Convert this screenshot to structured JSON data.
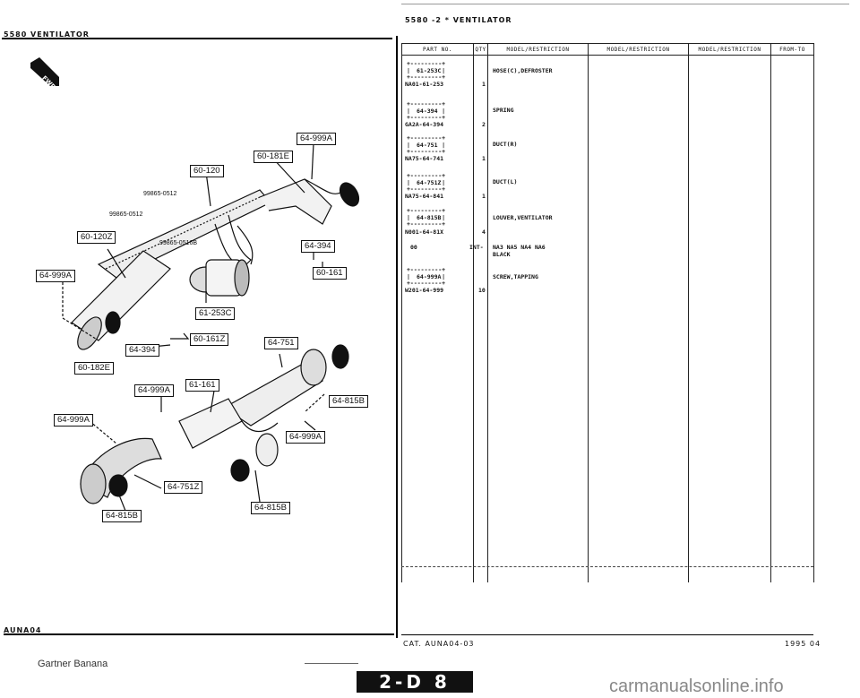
{
  "left_page": {
    "header": "5580   VENTILATOR",
    "footer_code": "AUNA04"
  },
  "right_page": {
    "header": "5580  -2 *  VENTILATOR",
    "footer_catalog": "CAT.  AUNA04-03",
    "footer_date": "1995 04"
  },
  "diagram": {
    "callouts": [
      "64-999A",
      "60-181E",
      "60-120",
      "64-394",
      "60-161",
      "60-120Z",
      "64-999A",
      "61-253C",
      "60-161Z",
      "64-394",
      "64-751",
      "60-182E",
      "64-999A",
      "61-161",
      "64-815B",
      "64-999A",
      "64-999A",
      "64-751Z",
      "64-815B",
      "64-815B"
    ],
    "part_numbers": [
      "99865-0512",
      "99865-0512",
      "99865-0516B"
    ],
    "fwd_label": "FWD"
  },
  "table": {
    "columns": [
      "PART NO.",
      "QTY",
      "MODEL/RESTRICTION",
      "MODEL/RESTRICTION",
      "MODEL/RESTRICTION",
      "FROM-TO"
    ],
    "rows": [
      {
        "ref": "61-253C",
        "part": "NA01-61-253",
        "qty": "1",
        "desc": "HOSE(C),DEFROSTER"
      },
      {
        "ref": "64-394",
        "part": "GA2A-64-394",
        "qty": "2",
        "desc": "SPRING"
      },
      {
        "ref": "64-751",
        "part": "NA75-64-741",
        "qty": "1",
        "desc": "DUCT(R)"
      },
      {
        "ref": "64-751Z",
        "part": "NA75-64-841",
        "qty": "1",
        "desc": "DUCT(L)"
      },
      {
        "ref": "64-815B",
        "part": "N001-64-81X",
        "qty": "4",
        "desc": "LOUVER,VENTILATOR"
      },
      {
        "ref": "",
        "part": "00",
        "qty": "INT-",
        "desc": "NA3 NA5 NA4 NA6\nBLACK"
      },
      {
        "ref": "64-999A",
        "part": "W201-64-999",
        "qty": "10",
        "desc": "SCREW,TAPPING"
      }
    ]
  },
  "page_footer": {
    "watermark_left": "Gartner Banana",
    "page_tab": "2-D 8",
    "watermark_right": "carmanualsonline.info"
  }
}
